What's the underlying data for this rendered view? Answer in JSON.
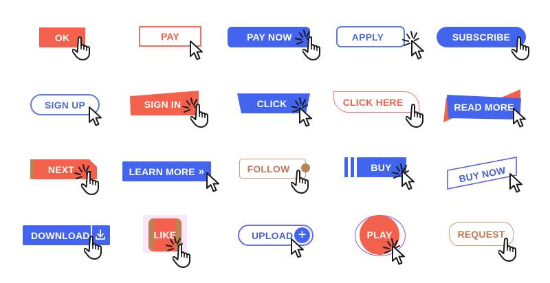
{
  "colors": {
    "coral": "#f3604b",
    "blue": "#4264ee",
    "outline_blue": "#5b7ee0",
    "brown": "#b98454",
    "cursor_stroke": "#1a1a1a",
    "background": "#ffffff"
  },
  "rows": [
    {
      "buttons": [
        {
          "id": "ok",
          "label": "OK",
          "style": "filled-coral-rect",
          "cursor": "hand-pointer"
        },
        {
          "id": "pay",
          "label": "PAY",
          "style": "outline-coral-rect",
          "cursor": "arrow-pointer"
        },
        {
          "id": "pay_now",
          "label": "PAY NOW",
          "style": "filled-blue-rounded",
          "cursor": "hand-pointer-click"
        },
        {
          "id": "apply",
          "label": "APPLY",
          "style": "outline-blue-rounded",
          "cursor": "arrow-pointer-click"
        },
        {
          "id": "subscribe",
          "label": "SUBSCRIBE",
          "style": "filled-blue-pill",
          "cursor": "hand-pointer"
        }
      ]
    },
    {
      "buttons": [
        {
          "id": "sign_up",
          "label": "SIGN UP",
          "style": "outline-blue-pill",
          "cursor": "arrow-pointer"
        },
        {
          "id": "sign_in",
          "label": "SIGN IN",
          "style": "filled-coral-skewed",
          "cursor": "hand-pointer-click"
        },
        {
          "id": "click",
          "label": "CLICK",
          "style": "filled-blue-trapezoid",
          "cursor": "arrow-pointer-click"
        },
        {
          "id": "click_here",
          "label": "CLICK HERE",
          "style": "outline-coral-leaf",
          "cursor": "hand-pointer"
        },
        {
          "id": "read_more",
          "label": "READ MORE",
          "style": "filled-blue-over-coral",
          "cursor": "arrow-pointer"
        }
      ]
    },
    {
      "buttons": [
        {
          "id": "next",
          "label": "NEXT",
          "style": "filled-coral-tag",
          "cursor": "hand-pointer-click"
        },
        {
          "id": "learn_more",
          "label": "LEARN MORE",
          "icon": "»",
          "style": "filled-blue-rect",
          "cursor": "arrow-pointer"
        },
        {
          "id": "follow",
          "label": "FOLLOW",
          "style": "outline-brown-rounded-dot",
          "cursor": "hand-pointer"
        },
        {
          "id": "buy",
          "label": "BUY",
          "style": "filled-blue-stripes",
          "cursor": "arrow-pointer-click"
        },
        {
          "id": "buy_now",
          "label": "BUY NOW",
          "style": "outline-blue-tilted",
          "cursor": "arrow-pointer"
        }
      ]
    },
    {
      "buttons": [
        {
          "id": "download",
          "label": "DOWNLOAD",
          "icon": "download-icon",
          "style": "filled-blue-split",
          "cursor": "hand-pointer"
        },
        {
          "id": "like",
          "label": "LIKE",
          "style": "filled-coral-square",
          "cursor": "hand-pointer-click"
        },
        {
          "id": "upload",
          "label": "UPLOAD",
          "icon": "plus-icon",
          "style": "outline-blue-pill-plus",
          "cursor": "arrow-pointer"
        },
        {
          "id": "play",
          "label": "PLAY",
          "style": "filled-coral-circle",
          "cursor": "arrow-pointer-click"
        },
        {
          "id": "request",
          "label": "REQUEST",
          "style": "outline-brown-blob",
          "cursor": "hand-pointer"
        }
      ]
    }
  ]
}
